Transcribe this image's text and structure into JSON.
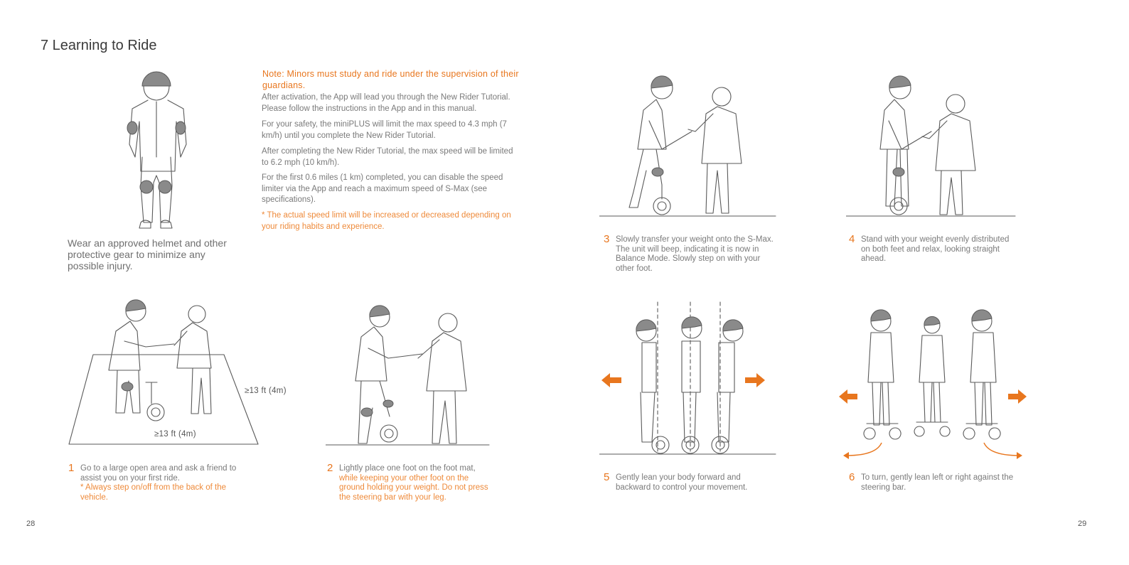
{
  "header": {
    "title": "7 Learning to Ride"
  },
  "intro": {
    "note": "Note: Minors must study and ride under the supervision of their guardians.",
    "paragraphs": [
      "After activation, the App will lead you through the New Rider Tutorial. Please follow the instructions in the App and in this manual.",
      "For your safety, the miniPLUS will limit the max speed to 4.3 mph (7 km/h) until you complete the New Rider Tutorial.",
      "After completing the New Rider Tutorial, the max speed will be limited to 6.2 mph (10 km/h).",
      "For the first 0.6 miles (1 km) completed, you can disable the speed limiter via the App and reach a maximum speed of S-Max (see specifications)."
    ],
    "footnote": "* The actual speed limit will be increased or decreased depending on your riding habits and experience."
  },
  "gear_caption": "Wear an approved helmet and other protective gear to minimize any possible injury.",
  "area_dims": {
    "side": "≥13 ft (4m)",
    "bottom": "≥13 ft (4m)"
  },
  "steps": [
    {
      "num": "1",
      "text": "Go to a large open area and ask a friend to assist you on your first ride.",
      "warning": "* Always step on/off from the back of the vehicle."
    },
    {
      "num": "2",
      "text": "Lightly place one foot on the foot mat,",
      "warning": "while keeping your other foot on the ground holding your weight. Do not press the steering bar with your leg."
    },
    {
      "num": "3",
      "text": "Slowly transfer your weight onto the S-Max. The unit will beep, indicating it is now in Balance Mode. Slowly step on with your other foot.",
      "warning": ""
    },
    {
      "num": "4",
      "text": "Stand with your weight evenly distributed on both feet and relax, looking straight ahead.",
      "warning": ""
    },
    {
      "num": "5",
      "text": "Gently lean your body forward and backward to control your movement.",
      "warning": ""
    },
    {
      "num": "6",
      "text": "To turn, gently lean left or right against the steering bar.",
      "warning": ""
    }
  ],
  "pages": {
    "left": "28",
    "right": "29"
  },
  "colors": {
    "accent": "#e8761e",
    "text": "#7a7a7a"
  }
}
